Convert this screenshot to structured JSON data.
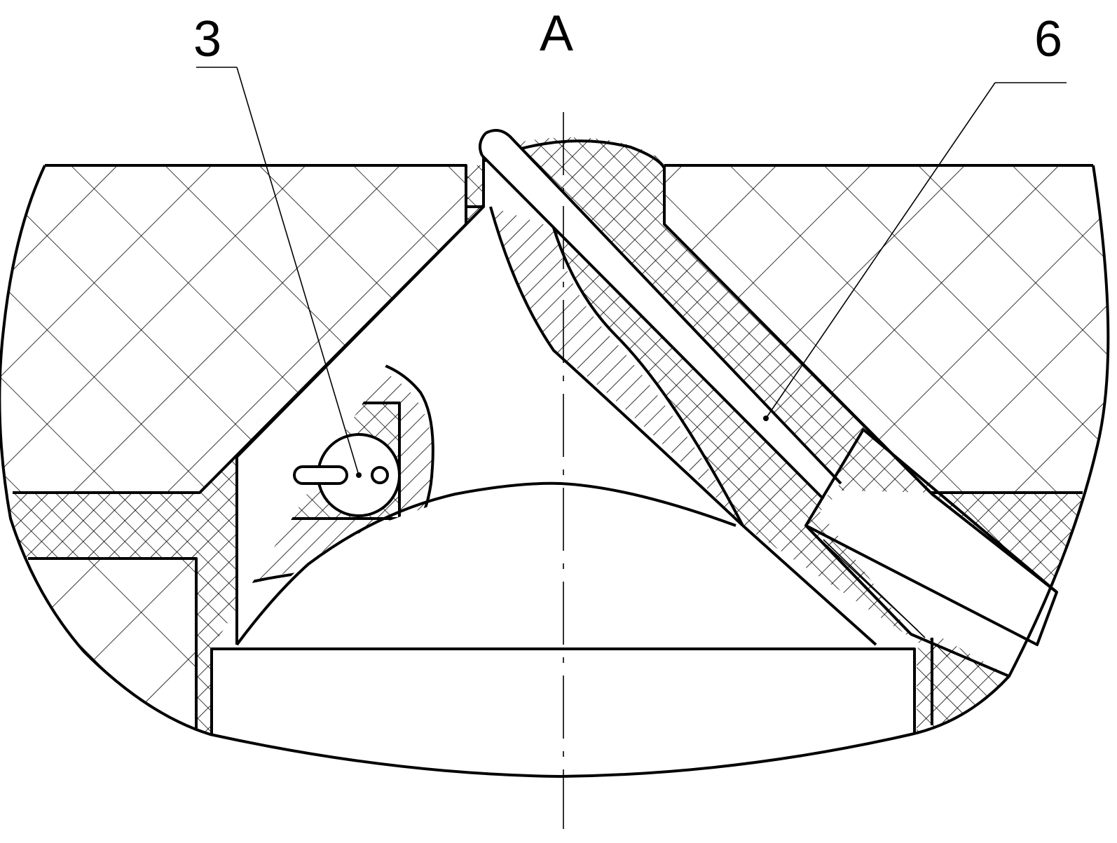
{
  "labels": {
    "section": "A",
    "part_3": "3",
    "part_6": "6"
  },
  "colors": {
    "line": "#000000",
    "background": "#ffffff"
  }
}
